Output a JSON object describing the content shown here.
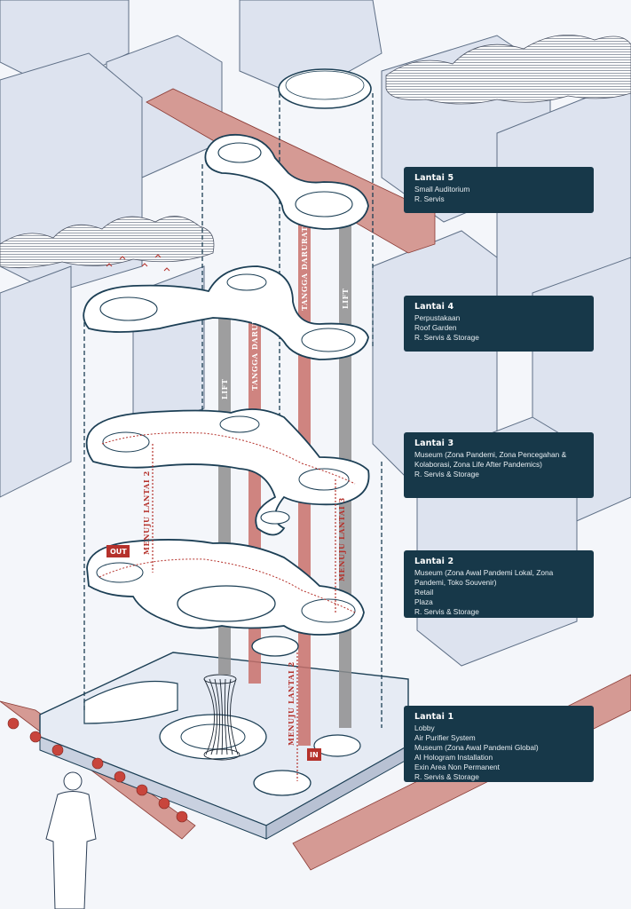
{
  "panels": [
    {
      "title": "Lantai 5",
      "lines": [
        "Small Auditorium",
        "R. Servis"
      ]
    },
    {
      "title": "Lantai 4",
      "lines": [
        "Perpustakaan",
        "Roof Garden",
        "R. Servis & Storage"
      ]
    },
    {
      "title": "Lantai 3",
      "lines": [
        "Museum (Zona Pandemi, Zona Pencegahan &",
        "Kolaborasi, Zona Life After Pandemics)",
        "R. Servis & Storage"
      ]
    },
    {
      "title": "Lantai 2",
      "lines": [
        "Museum (Zona Awal Pandemi Lokal, Zona",
        "Pandemi, Toko Souvenir)",
        "Retail",
        "Plaza",
        "R. Servis & Storage"
      ]
    },
    {
      "title": "Lantai 1",
      "lines": [
        "Lobby",
        "Air Purifier System",
        "Museum (Zona Awal Pandemi Global)",
        "AI Hologram Installation",
        "Exin Area Non Permanent",
        "R. Servis & Storage"
      ]
    }
  ],
  "labels": {
    "lift": "LIFT",
    "tangga_darurat": "TANGGA DARURAT",
    "menuju_lantai_2": "MENUJU LANTAI 2",
    "menuju_lantai_3": "MENUJU LANTAI 3",
    "out": "OUT",
    "in": "IN"
  },
  "colors": {
    "panel_bg": "#173849",
    "line": "#1c3f55",
    "accent_red": "#b5312b",
    "building": "#d9dfec",
    "shaft_red": "#c8706a",
    "shaft_grey": "#8e8e8e"
  }
}
